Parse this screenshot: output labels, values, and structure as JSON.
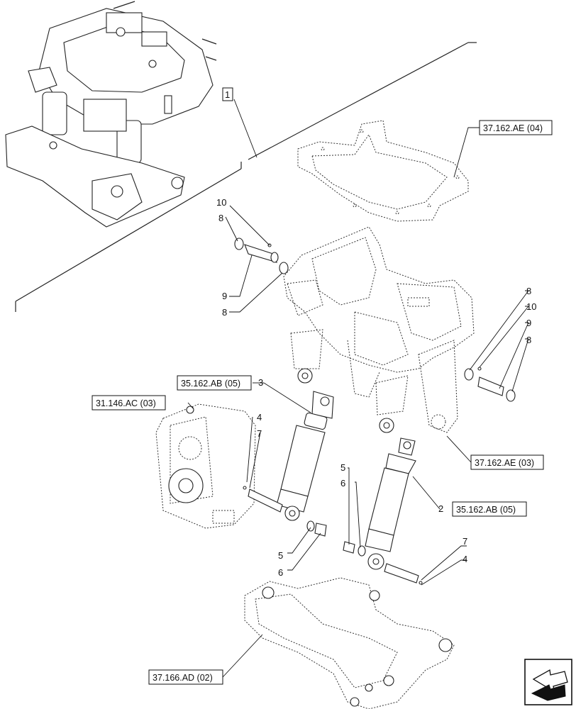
{
  "callouts": {
    "c1": "1",
    "c2": "2",
    "c3": "3",
    "c4a": "4",
    "c4b": "4",
    "c5a": "5",
    "c5b": "5",
    "c6a": "6",
    "c6b": "6",
    "c7a": "7",
    "c7b": "7",
    "c8a": "8",
    "c8b": "8",
    "c8c": "8",
    "c8d": "8",
    "c9a": "9",
    "c9b": "9",
    "c10a": "10",
    "c10b": "10"
  },
  "references": {
    "r1": "37.162.AE (04)",
    "r2": "35.162.AB (05)",
    "r3": "31.146.AC (03)",
    "r4": "37.162.AE (03)",
    "r5": "35.162.AB (05)",
    "r6": "37.166.AD (02)"
  },
  "icons": {
    "nav": "next-page-arrow-icon"
  }
}
